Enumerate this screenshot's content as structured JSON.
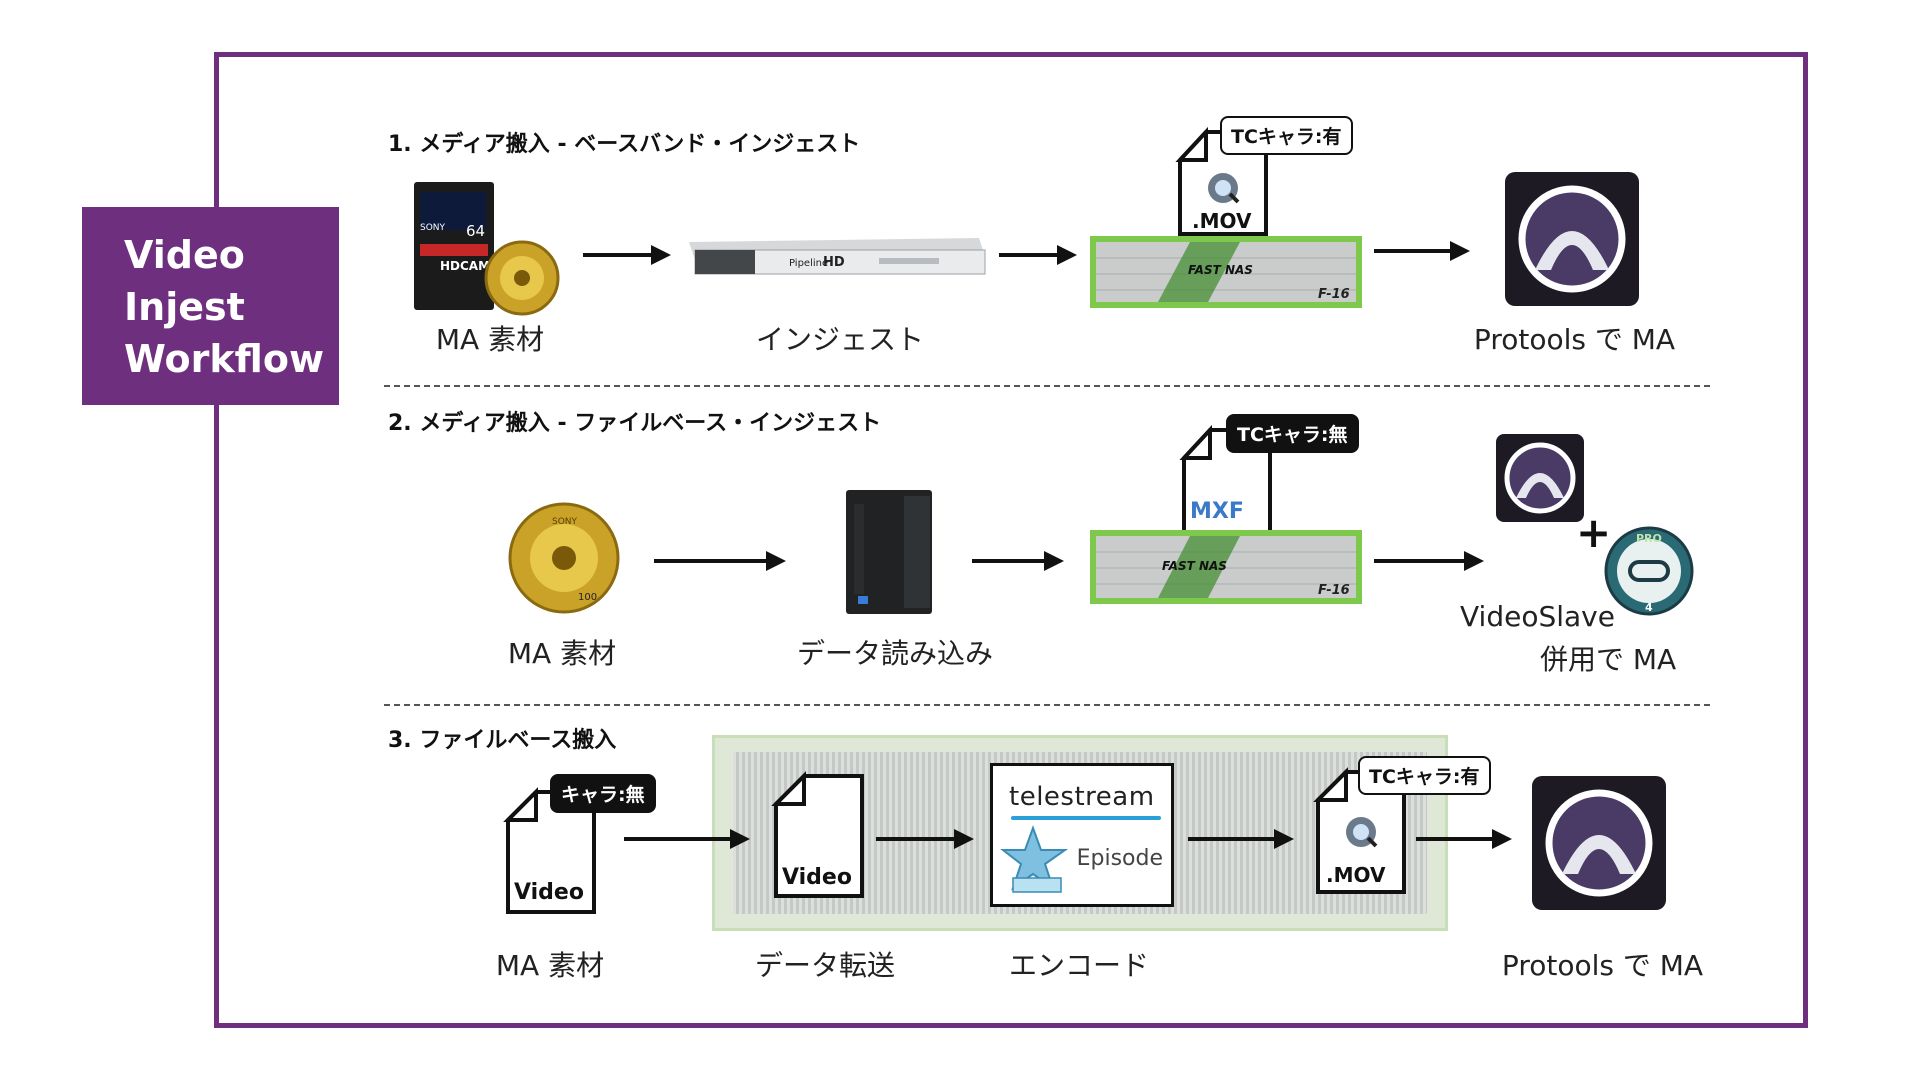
{
  "title": {
    "line1": "Video",
    "line2": "Injest",
    "line3": "Workflow"
  },
  "sections": [
    {
      "heading": "1. メディア搬入 - ベースバンド・インジェスト",
      "labels": {
        "source": "MA 素材",
        "ingest": "インジェスト",
        "protools": "Protools で MA"
      },
      "tape": {
        "brand": "SONY",
        "capacity": "64",
        "format": "HDCAM"
      },
      "pipeline": {
        "name": "Pipeline",
        "sub": "HD"
      },
      "doc": {
        "bubble": "TCキャラ:有",
        "ext": ".MOV"
      },
      "nas": {
        "name": "FAST NAS",
        "model": "F-16"
      }
    },
    {
      "heading": "2. メディア搬入 - ファイルベース・インジェスト",
      "labels": {
        "source": "MA 素材",
        "reader": "データ読み込み",
        "videoslave": "VideoSlave",
        "combined": "併用で MA"
      },
      "disc": {
        "brand": "SONY",
        "capacity": "100"
      },
      "doc": {
        "bubble": "TCキャラ:無",
        "ext": "MXF"
      },
      "nas": {
        "name": "FAST NAS",
        "model": "F-16"
      },
      "plus": "+",
      "badge": {
        "top": "PRO",
        "num": "4"
      }
    },
    {
      "heading": "3. ファイルベース搬入",
      "labels": {
        "source": "MA 素材",
        "transfer": "データ転送",
        "encode": "エンコード",
        "protools": "Protools で MA"
      },
      "source_doc": {
        "bubble": "キャラ:無",
        "name": "Video"
      },
      "transfer_doc": {
        "name": "Video"
      },
      "encoder": {
        "brand": "telestream",
        "product": "Episode"
      },
      "out_doc": {
        "bubble": "TCキャラ:有",
        "ext": ".MOV"
      }
    }
  ],
  "colors": {
    "frame": "#6d2f7e",
    "nas_green": "#7ec84b",
    "arrow": "#111111"
  }
}
